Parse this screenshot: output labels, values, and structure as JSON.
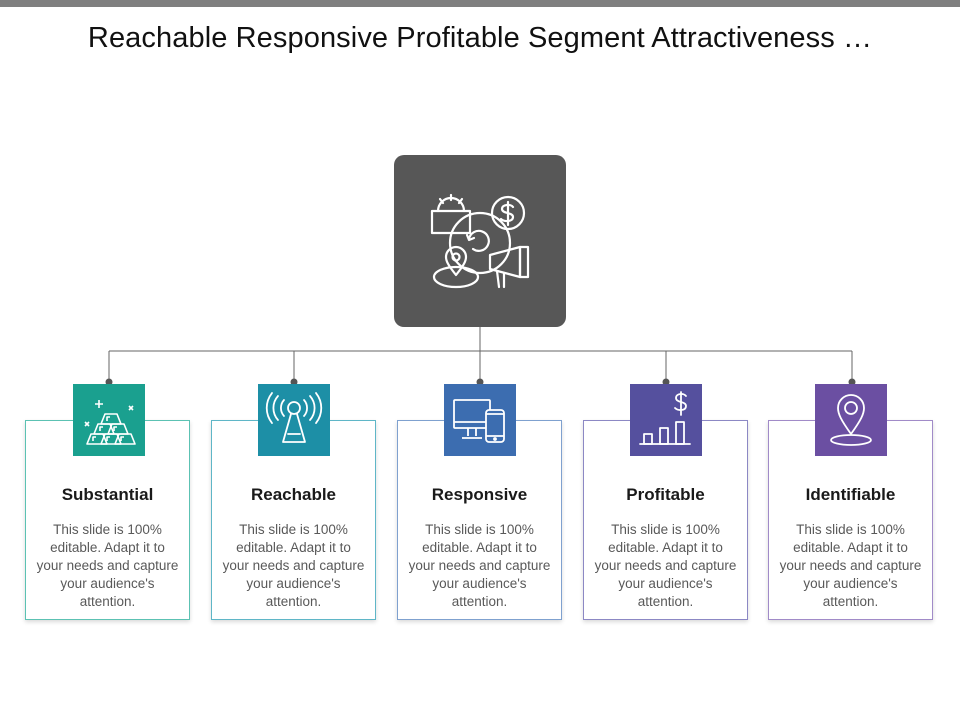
{
  "title": "Reachable Responsive Profitable Segment Attractiveness …",
  "hub": {
    "icon": "marketing-segment-icon",
    "color": "#575757"
  },
  "items": [
    {
      "label": "Substantial",
      "text": "This slide is 100% editable. Adapt it to your needs and capture your audience's attention.",
      "icon": "gold-bars-icon",
      "color": "#1aa08f",
      "border": "#5cc2b3"
    },
    {
      "label": "Reachable",
      "text": "This slide is 100% editable. Adapt it to your needs and capture your audience's attention.",
      "icon": "broadcast-tower-icon",
      "color": "#1d8fa6",
      "border": "#5fb6c7"
    },
    {
      "label": "Responsive",
      "text": "This slide is 100% editable. Adapt it to your needs and capture your audience's attention.",
      "icon": "devices-icon",
      "color": "#3c6db0",
      "border": "#7fa1cf"
    },
    {
      "label": "Profitable",
      "text": "This slide is 100% editable. Adapt it to your needs and capture your audience's attention.",
      "icon": "dollar-chart-icon",
      "color": "#55509e",
      "border": "#8c88c4"
    },
    {
      "label": "Identifiable",
      "text": "This slide is 100% editable. Adapt it to your needs and capture your audience's attention.",
      "icon": "location-pin-icon",
      "color": "#6b4fa2",
      "border": "#a18bc8"
    }
  ]
}
